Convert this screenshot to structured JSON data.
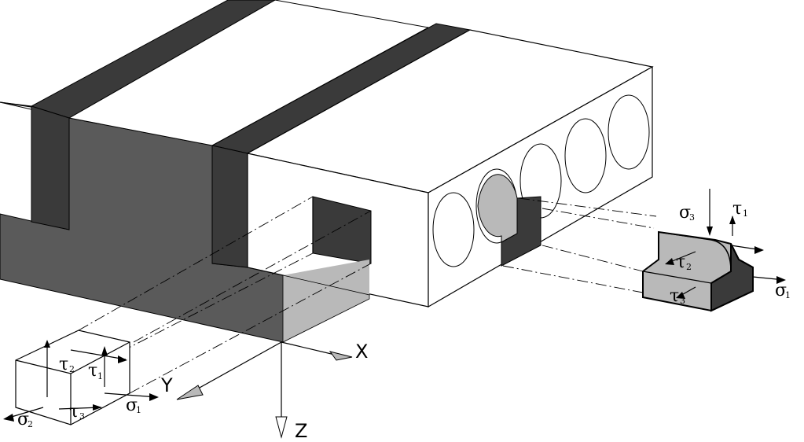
{
  "colors": {
    "dark": "#3a3a3a",
    "mid": "#5a5a5a",
    "light": "#b9b9b9",
    "white": "#ffffff",
    "line": "#000000"
  },
  "axes": {
    "x_label": "X",
    "y_label": "Y",
    "z_label": "Z"
  },
  "left_element": {
    "tau1": "τ",
    "tau1_sub": "1",
    "tau2": "τ",
    "tau2_sub": "2",
    "tau3": "τ",
    "tau3_sub": "3",
    "sigma1": "σ",
    "sigma1_sub": "1",
    "sigma2": "σ",
    "sigma2_sub": "2"
  },
  "right_element": {
    "sigma3": "σ",
    "sigma3_sub": "3",
    "tau1": "τ",
    "tau1_sub": "1",
    "tau2": "τ",
    "tau2_sub": "2",
    "tau3": "τ",
    "tau3_sub": "3",
    "sigma1": "σ",
    "sigma1_sub": "1"
  }
}
